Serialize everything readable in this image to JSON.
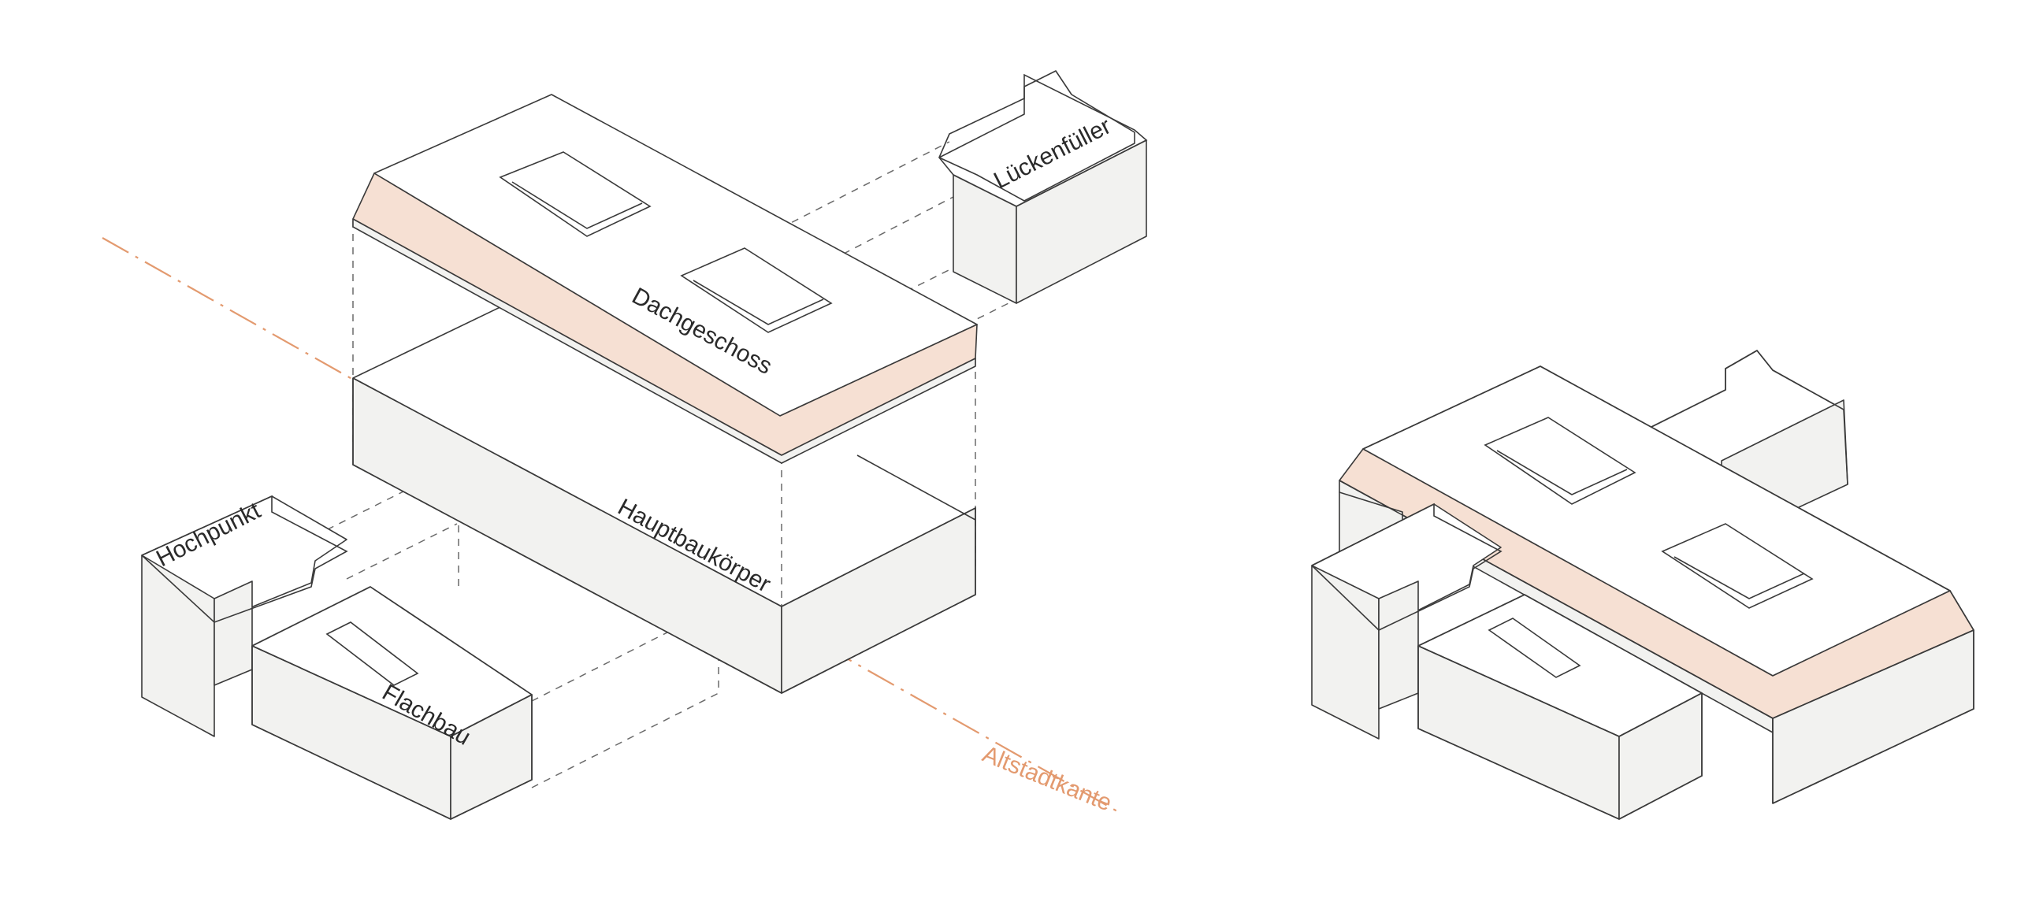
{
  "colors": {
    "accent_fill": "#f6e0d3",
    "wall_fill": "#f2f2f0",
    "axis_line": "#e39a6f"
  },
  "labels": {
    "dachgeschoss": "Dachgeschoss",
    "hauptbaukoerper": "Hauptbaukörper",
    "lueckenfueller": "Lückenfüller",
    "hochpunkt": "Hochpunkt",
    "flachbau": "Flachbau",
    "altstadtkante": "Altstadtkante"
  }
}
